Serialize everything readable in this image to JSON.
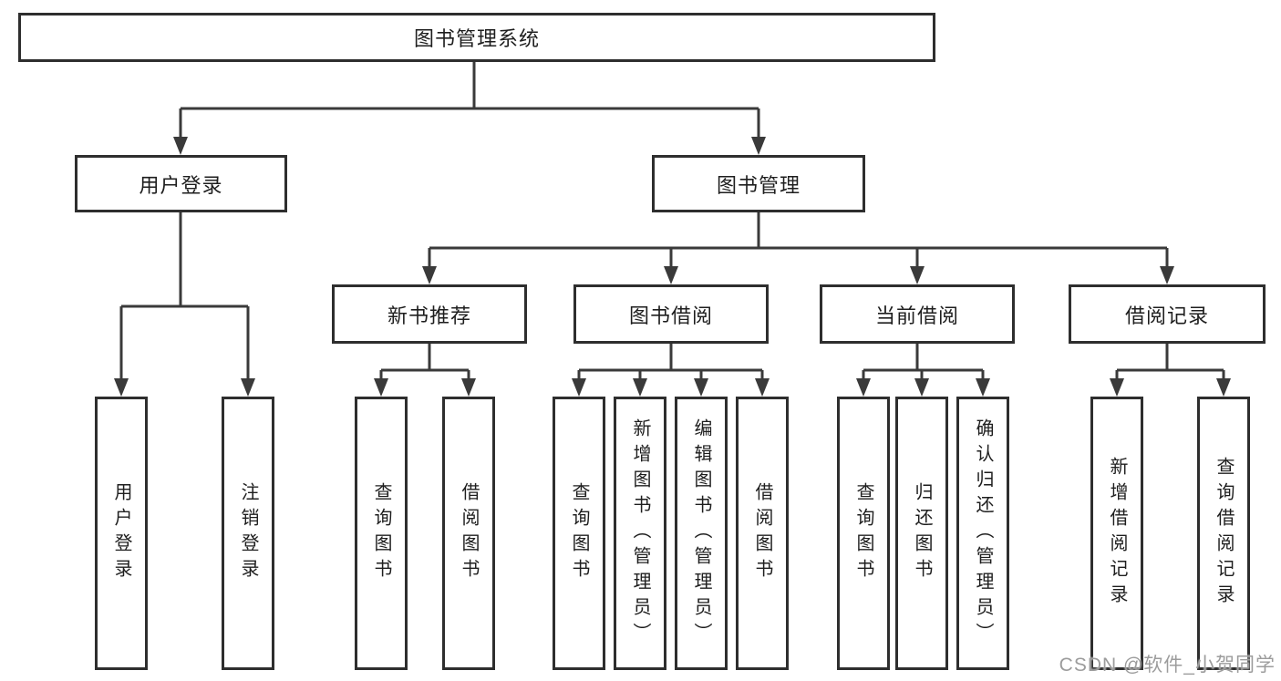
{
  "diagram_title": "图书管理系统",
  "watermark": {
    "text": "CSDN @软件_小贺同学"
  },
  "colors": {
    "background": "#ffffff",
    "box_border": "#2e2e2e",
    "connector_line": "#3a3a3a",
    "node_text": "#1e1e1e",
    "watermark_text": "#9c9c9c"
  },
  "tree": {
    "label": "图书管理系统",
    "children": [
      {
        "label": "用户登录",
        "children": [
          {
            "label": "用户登录"
          },
          {
            "label": "注销登录"
          }
        ]
      },
      {
        "label": "图书管理",
        "children": [
          {
            "label": "新书推荐",
            "children": [
              {
                "label": "查询图书"
              },
              {
                "label": "借阅图书"
              }
            ]
          },
          {
            "label": "图书借阅",
            "children": [
              {
                "label": "查询图书"
              },
              {
                "label": "新增图书（管理员）"
              },
              {
                "label": "编辑图书（管理员）"
              },
              {
                "label": "借阅图书"
              }
            ]
          },
          {
            "label": "当前借阅",
            "children": [
              {
                "label": "查询图书"
              },
              {
                "label": "归还图书"
              },
              {
                "label": "确认归还（管理员）"
              }
            ]
          },
          {
            "label": "借阅记录",
            "children": [
              {
                "label": "新增借阅记录"
              },
              {
                "label": "查询借阅记录"
              }
            ]
          }
        ]
      }
    ]
  }
}
